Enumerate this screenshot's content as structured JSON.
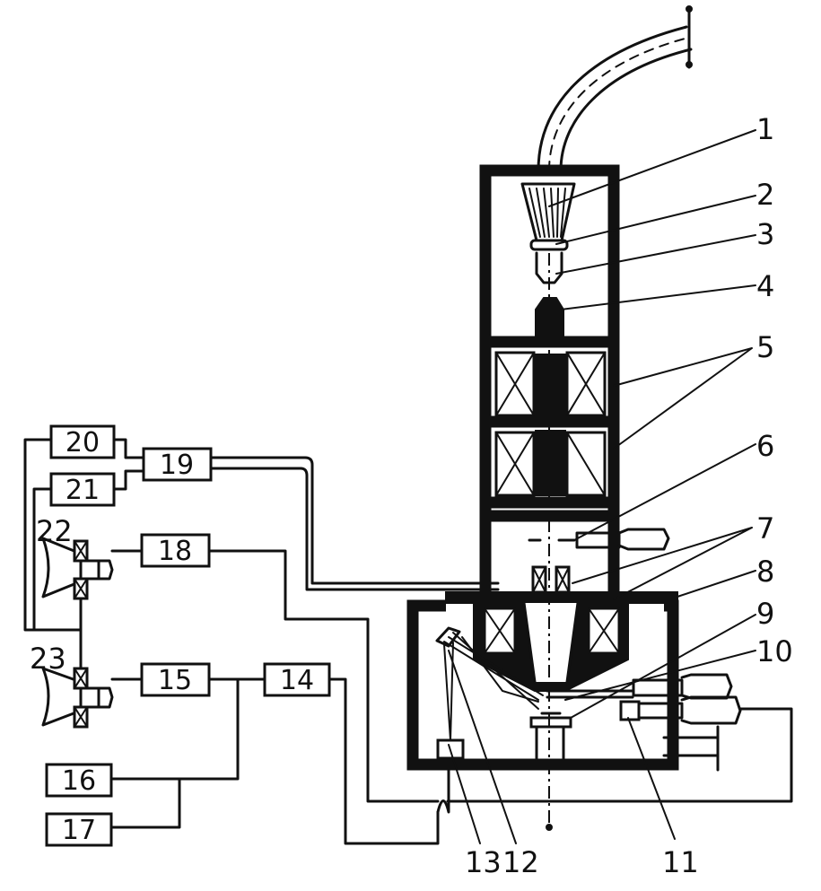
{
  "labels": {
    "l1": "1",
    "l2": "2",
    "l3": "3",
    "l4": "4",
    "l5": "5",
    "l6": "6",
    "l7": "7",
    "l8": "8",
    "l9": "9",
    "l10": "10",
    "l11": "11",
    "l12": "12",
    "l13": "13",
    "l22": "22",
    "l23": "23"
  },
  "blocks": {
    "b14": "14",
    "b15": "15",
    "b16": "16",
    "b17": "17",
    "b18": "18",
    "b19": "19",
    "b20": "20",
    "b21": "21"
  }
}
